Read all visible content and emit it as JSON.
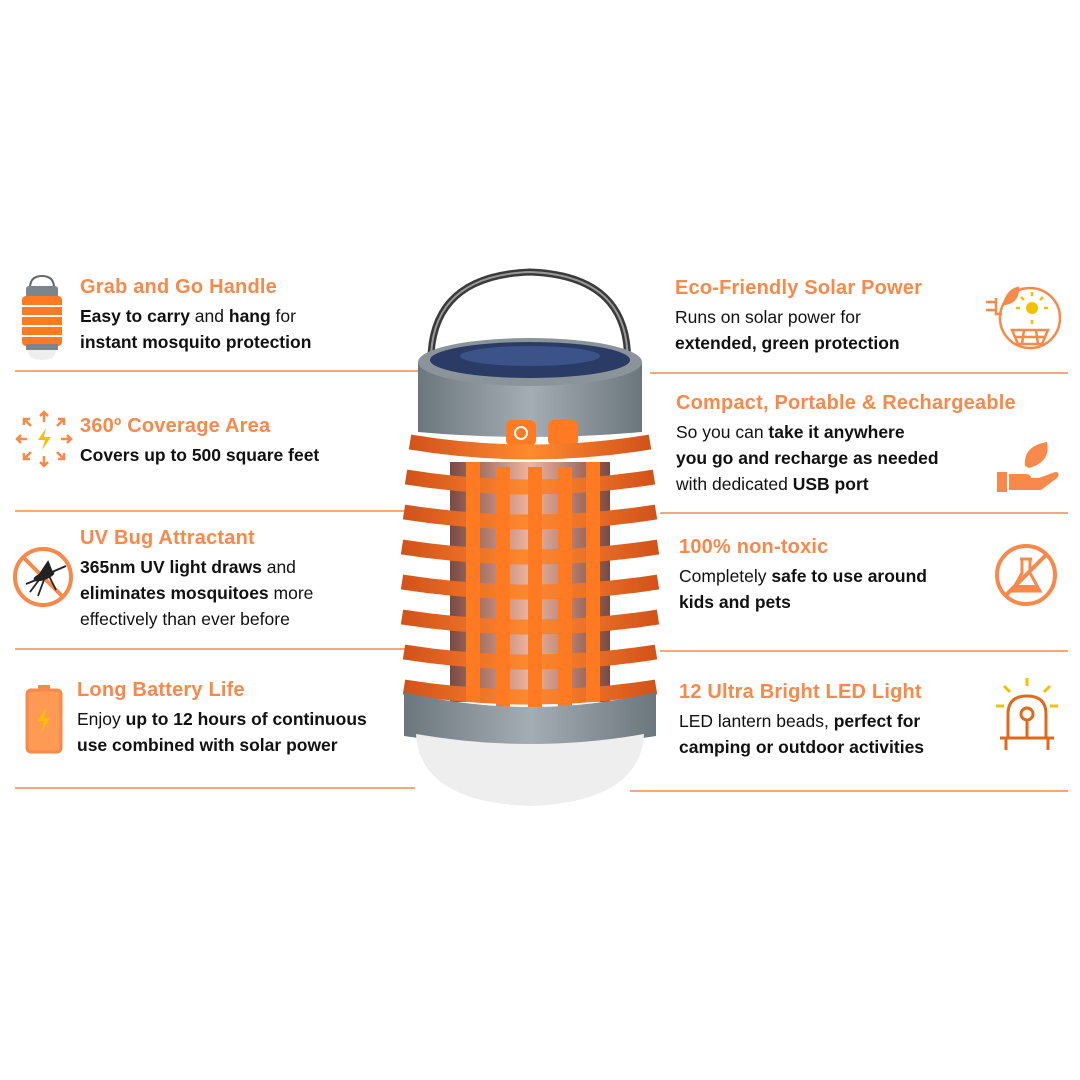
{
  "accent_color": "#f7894a",
  "left_features": [
    {
      "icon": "lantern-thumbnail-icon",
      "title": "Grab and Go Handle",
      "lines": [
        [
          {
            "t": "Easy to carry",
            "b": true
          },
          {
            "t": " and ",
            "b": false
          },
          {
            "t": "hang",
            "b": true
          },
          {
            "t": " for",
            "b": false
          }
        ],
        [
          {
            "t": "instant mosquito protection",
            "b": true
          }
        ]
      ]
    },
    {
      "icon": "360-coverage-icon",
      "title": "360º Coverage Area",
      "lines": [
        [
          {
            "t": "Covers up to 500 square feet",
            "b": true
          }
        ]
      ]
    },
    {
      "icon": "no-mosquito-icon",
      "title": "UV Bug Attractant",
      "lines": [
        [
          {
            "t": "365nm UV light draws",
            "b": true
          },
          {
            "t": " and",
            "b": false
          }
        ],
        [
          {
            "t": "eliminates mosquitoes",
            "b": true
          },
          {
            "t": " more",
            "b": false
          }
        ],
        [
          {
            "t": "effectively than ever before",
            "b": false
          }
        ]
      ]
    },
    {
      "icon": "battery-icon",
      "title": "Long Battery Life",
      "lines": [
        [
          {
            "t": "Enjoy ",
            "b": false
          },
          {
            "t": "up to 12 hours of continuous",
            "b": true
          }
        ],
        [
          {
            "t": "use combined with solar power",
            "b": true
          }
        ]
      ]
    }
  ],
  "right_features": [
    {
      "icon": "solar-leaf-icon",
      "title": "Eco-Friendly Solar Power",
      "lines": [
        [
          {
            "t": "Runs on solar power for",
            "b": false
          }
        ],
        [
          {
            "t": "extended, green protection",
            "b": true
          }
        ]
      ]
    },
    {
      "icon": "hand-leaf-icon",
      "title": "Compact, Portable & Rechargeable",
      "lines": [
        [
          {
            "t": "So you can ",
            "b": false
          },
          {
            "t": "take it anywhere",
            "b": true
          }
        ],
        [
          {
            "t": "you go and recharge as needed",
            "b": true
          }
        ],
        [
          {
            "t": "with dedicated ",
            "b": false
          },
          {
            "t": "USB port",
            "b": true
          }
        ]
      ]
    },
    {
      "icon": "non-toxic-icon",
      "title": "100% non-toxic",
      "lines": [
        [
          {
            "t": "Completely ",
            "b": false
          },
          {
            "t": "safe to use around",
            "b": true
          }
        ],
        [
          {
            "t": "kids and pets",
            "b": true
          }
        ]
      ]
    },
    {
      "icon": "led-light-icon",
      "title": "12 Ultra Bright LED Light",
      "lines": [
        [
          {
            "t": "LED lantern beads, ",
            "b": false
          },
          {
            "t": "perfect for",
            "b": true
          }
        ],
        [
          {
            "t": "camping or outdoor activities",
            "b": true
          }
        ]
      ]
    }
  ]
}
